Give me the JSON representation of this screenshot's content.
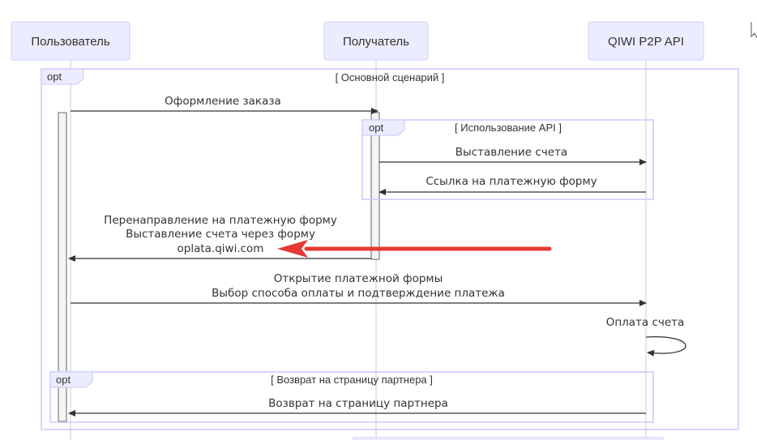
{
  "participants": [
    {
      "id": "user",
      "label": "Пользователь"
    },
    {
      "id": "receiver",
      "label": "Получатель"
    },
    {
      "id": "api",
      "label": "QIWI P2P API"
    }
  ],
  "frames": {
    "main": {
      "keyword": "opt",
      "condition": "[ Основной сценарий ]"
    },
    "api_use": {
      "keyword": "opt",
      "condition": "[ Использование API ]"
    },
    "return": {
      "keyword": "opt",
      "condition": "[ Возврат на страницу партнера ]"
    }
  },
  "messages": {
    "m1": {
      "text": "Оформление заказа"
    },
    "m2": {
      "text": "Выставление счета"
    },
    "m3": {
      "text": "Ссылка на платежную форму"
    },
    "m4": {
      "lines": [
        "Перенаправление на платежную форму",
        "Выставление счета через форму",
        "oplata.qiwi.com"
      ]
    },
    "m5": {
      "lines": [
        "Открытие платежной формы",
        "Выбор способа оплаты и подтверждение платежа"
      ]
    },
    "m6": {
      "text": "Оплата счета"
    },
    "m7": {
      "text": "Возврат на страницу партнера"
    }
  },
  "colors": {
    "actor_fill": "#ECECFF",
    "actor_border": "#CCCCFF",
    "frame_border": "#C8C8FF",
    "lifeline": "#CCCCCC",
    "arrow": "#333333",
    "highlight_arrow": "#E53935",
    "activation_fill": "#F4F4F4"
  }
}
